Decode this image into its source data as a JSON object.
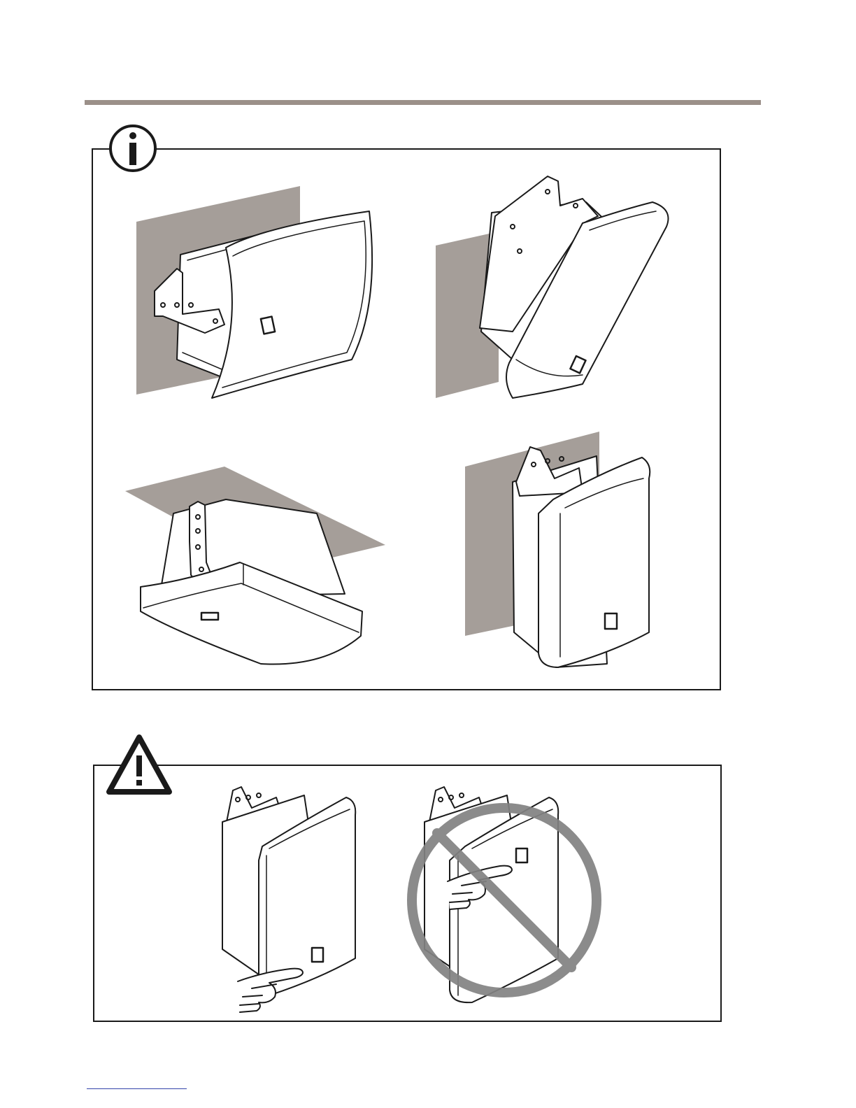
{
  "page": {
    "background": "#ffffff",
    "header_rule_color": "#9b9089",
    "footer_rule_color": "#3344aa"
  },
  "info_section": {
    "icon": "info-icon",
    "figures": [
      {
        "name": "wall-mount-horizontal"
      },
      {
        "name": "wall-mount-tilted"
      },
      {
        "name": "ceiling-mount"
      },
      {
        "name": "wall-mount-vertical"
      }
    ]
  },
  "caution_section": {
    "icon": "warning-triangle-icon",
    "figures": [
      {
        "name": "correct-touch-point"
      },
      {
        "name": "prohibited-touch-point",
        "overlay": "prohibited-sign-icon"
      }
    ]
  }
}
